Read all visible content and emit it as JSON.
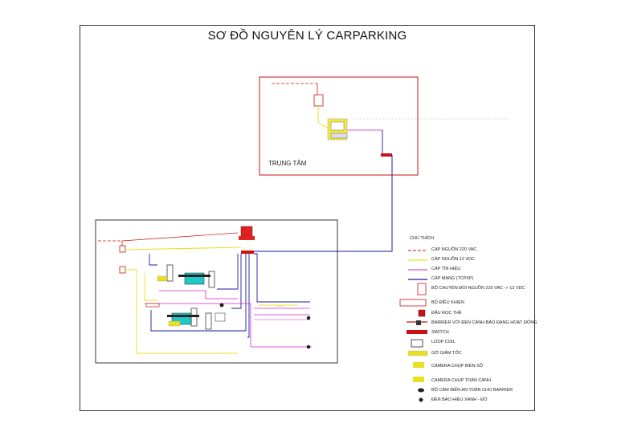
{
  "title": "SƠ ĐỒ NGUYÊN LÝ CARPARKING",
  "center_label": "TRUNG TÂM",
  "legend": {
    "heading": "CHÚ THÍCH",
    "items": [
      {
        "id": "power220",
        "label": "CÁP NGUỒN 220 VAC"
      },
      {
        "id": "power12",
        "label": "CÁP NGUỒN 12 VDC"
      },
      {
        "id": "signal",
        "label": "CÁP TÍN HIỆU"
      },
      {
        "id": "network",
        "label": "CÁP MẠNG (TCP/IP)"
      },
      {
        "id": "converter",
        "label": "BỘ CHUYỂN ĐỔI NGUỒN 220 VAC -> 12 VDC"
      },
      {
        "id": "controller",
        "label": "BỘ ĐIỀU KHIỂN"
      },
      {
        "id": "card-reader",
        "label": "ĐẦU ĐỌC THẺ"
      },
      {
        "id": "barrier",
        "label": "BARRIER VỚI ĐÈN CẢNH BÁO ĐANG HOẠT ĐỘNG"
      },
      {
        "id": "switch",
        "label": "SWITCH"
      },
      {
        "id": "loop-coil",
        "label": "LOOP COIL"
      },
      {
        "id": "speed-bump",
        "label": "GỜ GIẢM TỐC"
      },
      {
        "id": "plate-camera",
        "label": "CAMERA CHỤP BIỂN SỐ"
      },
      {
        "id": "overview-camera",
        "label": "CAMERA CHỤP TOÀN CẢNH"
      },
      {
        "id": "safety-sensor",
        "label": "BỘ CẢM BIẾN AN TOÀN CHO BARRIER"
      },
      {
        "id": "signal-light",
        "label": "ĐÈN BÁO HIỆU XANH - ĐỎ"
      }
    ]
  },
  "colors": {
    "power220": "#cc1111",
    "power12": "#e8e020",
    "signal": "#dd22cc",
    "network": "#1a1aa8",
    "frame_red": "#cc1111",
    "cyan": "#20c8c8"
  }
}
